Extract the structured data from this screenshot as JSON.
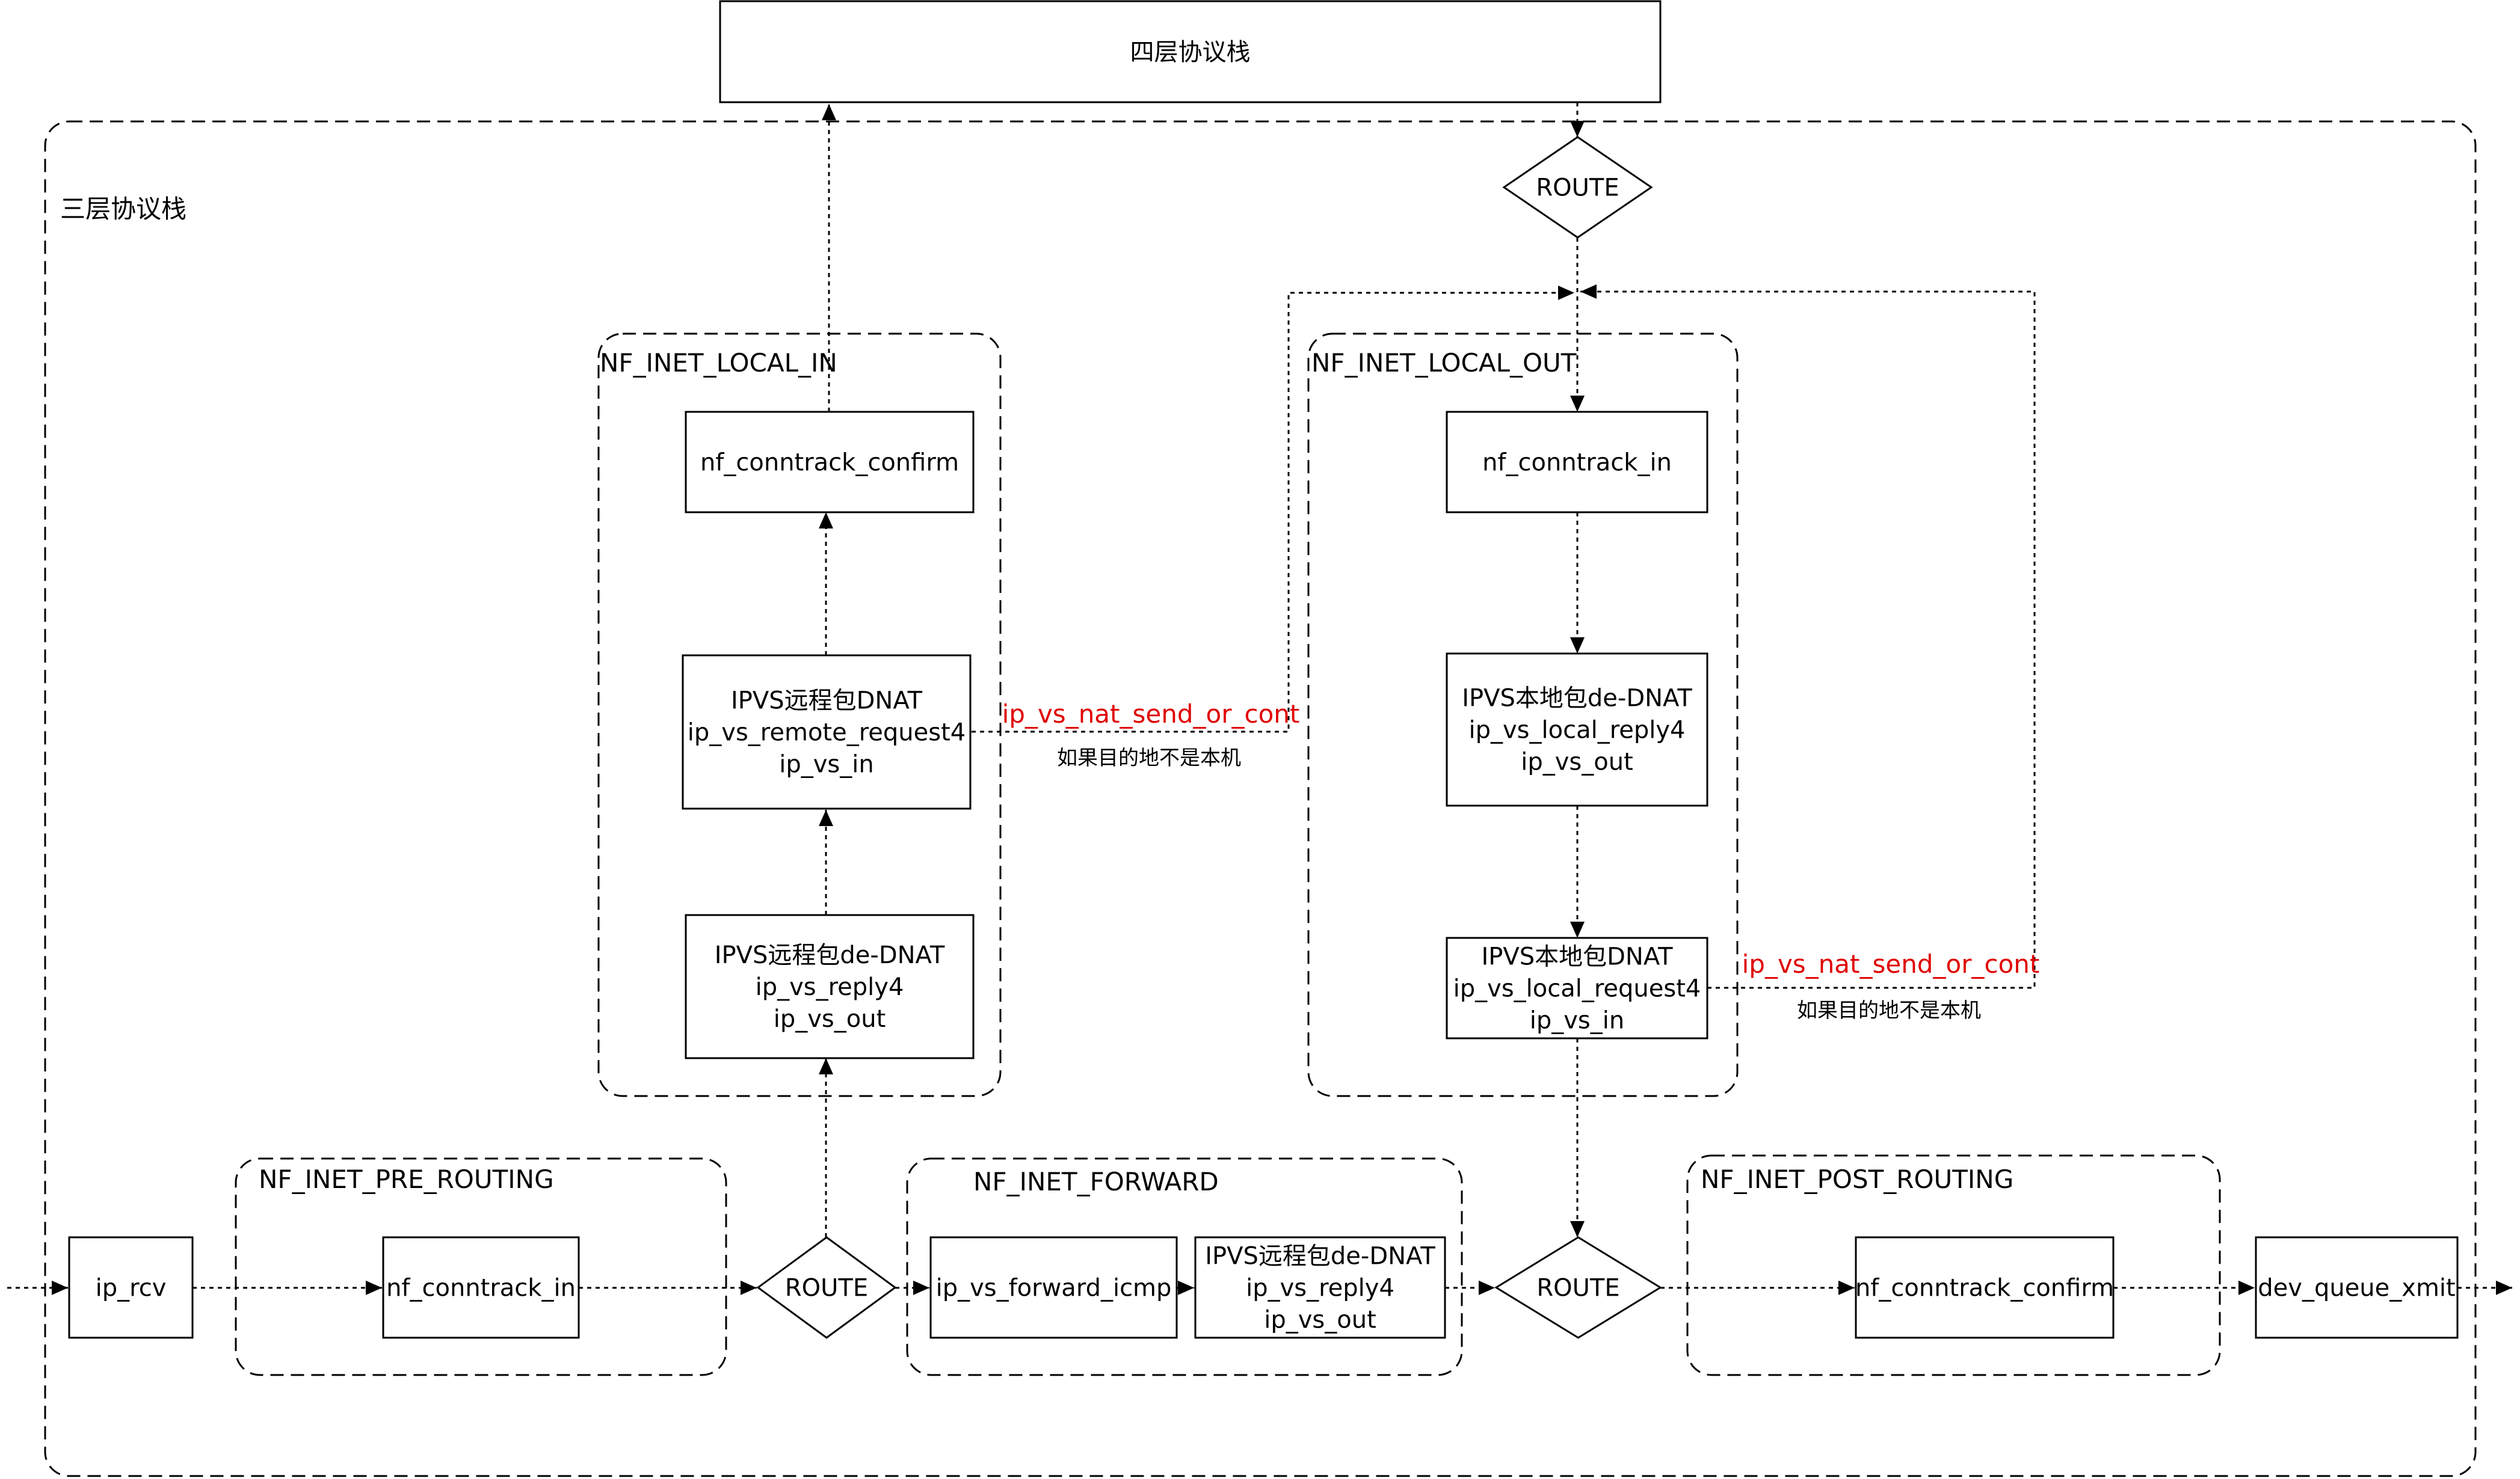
{
  "title_l4": "四层协议栈",
  "title_l3": "三层协议栈",
  "groups": {
    "local_in": "NF_INET_LOCAL_IN",
    "local_out": "NF_INET_LOCAL_OUT",
    "pre_routing": "NF_INET_PRE_ROUTING",
    "forward": "NF_INET_FORWARD",
    "post_routing": "NF_INET_POST_ROUTING"
  },
  "nodes": {
    "l4_stack": [
      "四层协议栈"
    ],
    "route_top": [
      "ROUTE"
    ],
    "li_confirm": [
      "nf_conntrack_confirm"
    ],
    "li_dnat": [
      "IPVS远程包DNAT",
      "ip_vs_remote_request4",
      "ip_vs_in"
    ],
    "li_dednat": [
      "IPVS远程包de-DNAT",
      "ip_vs_reply4",
      "ip_vs_out"
    ],
    "lo_in": [
      "nf_conntrack_in"
    ],
    "lo_dednat": [
      "IPVS本地包de-DNAT",
      "ip_vs_local_reply4",
      "ip_vs_out"
    ],
    "lo_dnat": [
      "IPVS本地包DNAT",
      "ip_vs_local_request4",
      "ip_vs_in"
    ],
    "ip_rcv": [
      "ip_rcv"
    ],
    "pre_in": [
      "nf_conntrack_in"
    ],
    "route_left": [
      "ROUTE"
    ],
    "fwd_icmp": [
      "ip_vs_forward_icmp"
    ],
    "fwd_dednat": [
      "IPVS远程包de-DNAT",
      "ip_vs_reply4",
      "ip_vs_out"
    ],
    "route_right": [
      "ROUTE"
    ],
    "post_confirm": [
      "nf_conntrack_confirm"
    ],
    "dev_xmit": [
      "dev_queue_xmit"
    ]
  },
  "edge_labels": {
    "remote_send": "ip_vs_nat_send_or_cont",
    "remote_note": "如果目的地不是本机",
    "local_send": "ip_vs_nat_send_or_cont",
    "local_note": "如果目的地不是本机"
  },
  "colors": {
    "line": "#000000",
    "highlight": "#e00000",
    "background": "#ffffff"
  }
}
